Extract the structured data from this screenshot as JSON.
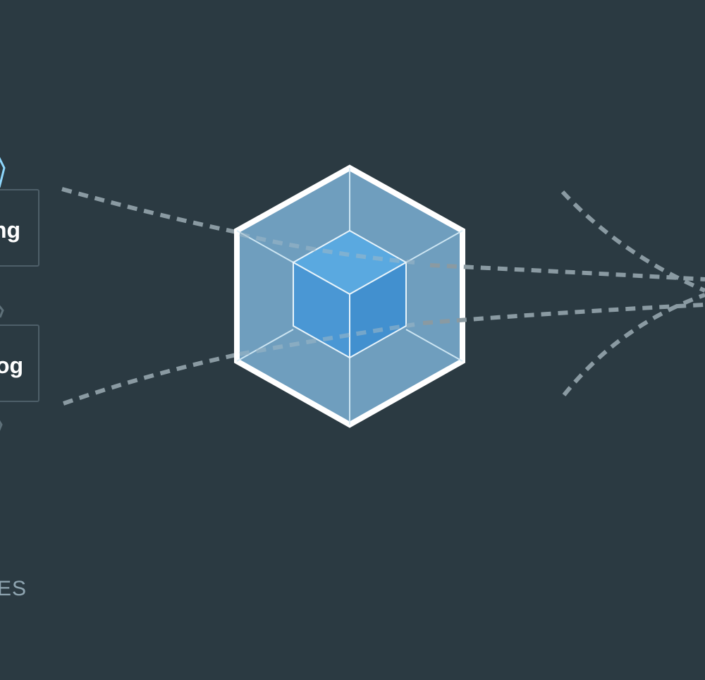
{
  "modules": [
    {
      "label": "ng"
    },
    {
      "label": "og"
    }
  ],
  "footer_label": "ES",
  "colors": {
    "background": "#2b3a42",
    "cube_outer": "#8ed6fb",
    "cube_inner": "#1c78c0",
    "cube_stroke": "#ffffff",
    "dash": "#8a9aa2",
    "box_border": "#4e5f69"
  },
  "icons": {
    "cube": "webpack-cube-icon",
    "partial_asset_icon": "asset-icon"
  }
}
